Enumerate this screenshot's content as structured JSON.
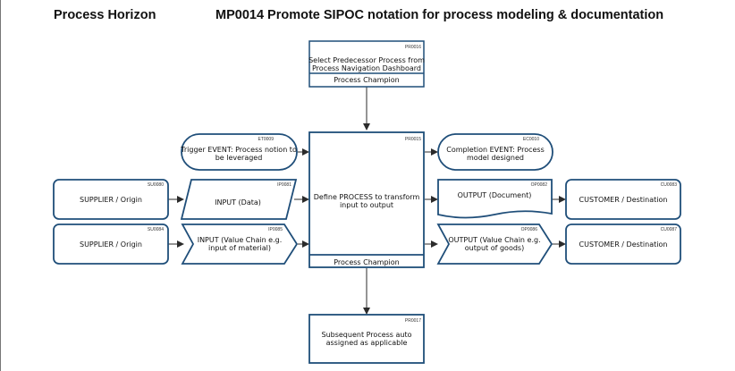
{
  "header": {
    "app_title": "Process Horizon",
    "doc_title": "MP0014 Promote SIPOC notation for process modeling & documentation"
  },
  "diagram": {
    "predecessor": {
      "id": "PR0016",
      "label1": "Select Predecessor Process from",
      "label2": "Process Navigation Dashboard",
      "role": "Process Champion"
    },
    "trigger": {
      "id": "ET0009",
      "label1": "Trigger EVENT: Process notion to",
      "label2": "be leveraged"
    },
    "main": {
      "id": "PR0015",
      "label1": "Define PROCESS to transform",
      "label2": "input to output",
      "role": "Process Champion"
    },
    "completion": {
      "id": "EC0010",
      "label1": "Completion EVENT: Process",
      "label2": "model designed"
    },
    "supplier1": {
      "id": "SU0080",
      "label": "SUPPLIER / Origin"
    },
    "supplier2": {
      "id": "SU0084",
      "label": "SUPPLIER / Origin"
    },
    "input1": {
      "id": "IP0081",
      "label": "INPUT (Data)"
    },
    "input2": {
      "id": "IP0085",
      "label1": "INPUT (Value Chain e.g.",
      "label2": "input of material)"
    },
    "output1": {
      "id": "OP0082",
      "label": "OUTPUT (Document)"
    },
    "output2": {
      "id": "OP0086",
      "label1": "OUTPUT (Value Chain e.g.",
      "label2": "output of goods)"
    },
    "customer1": {
      "id": "CU0083",
      "label": "CUSTOMER / Destination"
    },
    "customer2": {
      "id": "CU0087",
      "label": "CUSTOMER / Destination"
    },
    "subsequent": {
      "id": "PR0017",
      "label1": "Subsequent Process auto",
      "label2": "assigned as applicable"
    }
  },
  "colors": {
    "border": "#1f4e79",
    "connector": "#2b2b2b"
  }
}
